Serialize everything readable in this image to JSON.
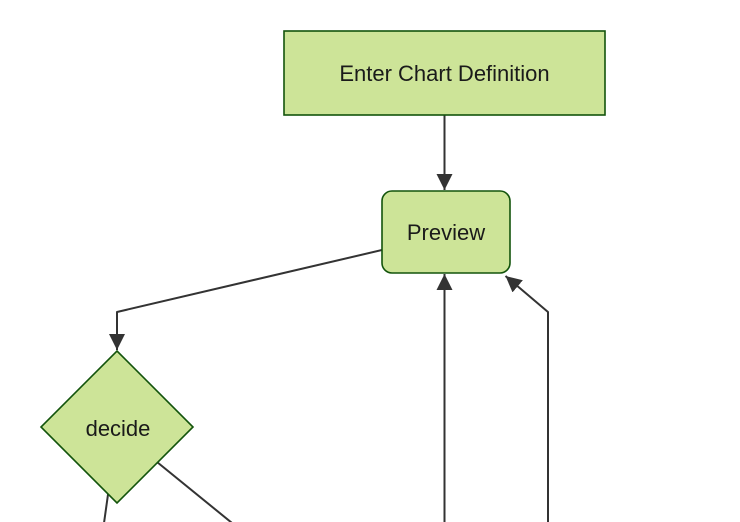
{
  "theme": {
    "background": "#ffffff",
    "node_fill": "#cde498",
    "node_border": "#13540c",
    "edge_color": "#333333",
    "label_color": "#1a1a1a"
  },
  "diagram": {
    "type": "flowchart",
    "orientation": "top-down",
    "nodes": [
      {
        "id": "enter-chart-definition",
        "label": "Enter Chart Definition",
        "shape": "rectangle"
      },
      {
        "id": "preview",
        "label": "Preview",
        "shape": "rounded-rectangle"
      },
      {
        "id": "decide",
        "label": "decide",
        "shape": "diamond"
      }
    ],
    "edges": [
      {
        "from": "enter-chart-definition",
        "to": "preview",
        "arrowhead_visible": true
      },
      {
        "from": "preview",
        "to": "decide",
        "arrowhead_visible": true
      },
      {
        "from": "offscreen-bottom",
        "to": "preview",
        "arrowhead_visible": true
      },
      {
        "from": "offscreen-bottom-right",
        "to": "preview",
        "arrowhead_visible": true
      },
      {
        "from": "decide",
        "to": "offscreen-bottom-left",
        "arrowhead_visible": false
      },
      {
        "from": "decide",
        "to": "offscreen-bottom-right",
        "arrowhead_visible": false
      }
    ]
  }
}
